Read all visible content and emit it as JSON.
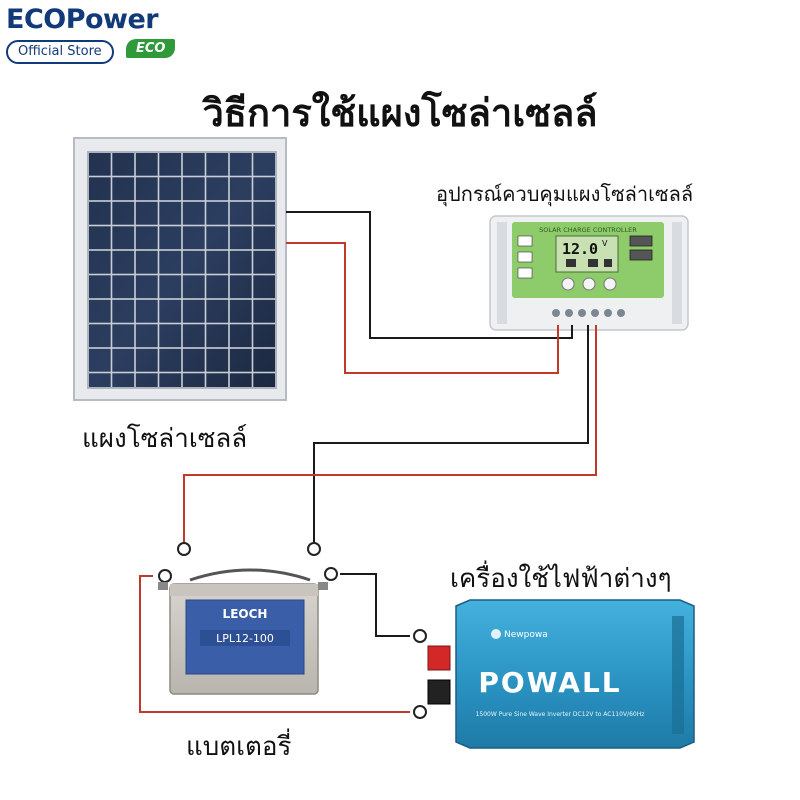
{
  "logo": {
    "brand": "ECOPower",
    "store": "Official Store",
    "eco": "ECO"
  },
  "title": "วิธีการใช้แผงโซล่าเซลล์",
  "labels": {
    "controller": "อุปกรณ์ควบคุมแผงโซล่าเซลล์",
    "panel": "แผงโซล่าเซลล์",
    "appliance": "เครื่องใช้ไฟฟ้าต่างๆ",
    "battery": "แบตเตอรี่"
  },
  "controller": {
    "header": "SOLAR CHARGE CONTROLLER",
    "display": "12.0",
    "unit": "V"
  },
  "battery": {
    "brand": "LEOCH",
    "model": "LPL12-100"
  },
  "inverter": {
    "brand": "Newpowa",
    "name": "POWALL",
    "spec": "1500W Pure Sine Wave Inverter    DC12V to AC110V/60Hz"
  },
  "colors": {
    "wire_black": "#1a1a1a",
    "wire_red": "#c0392b",
    "inverter": "#2a93c2",
    "controller_screen": "#8ecb6b"
  }
}
